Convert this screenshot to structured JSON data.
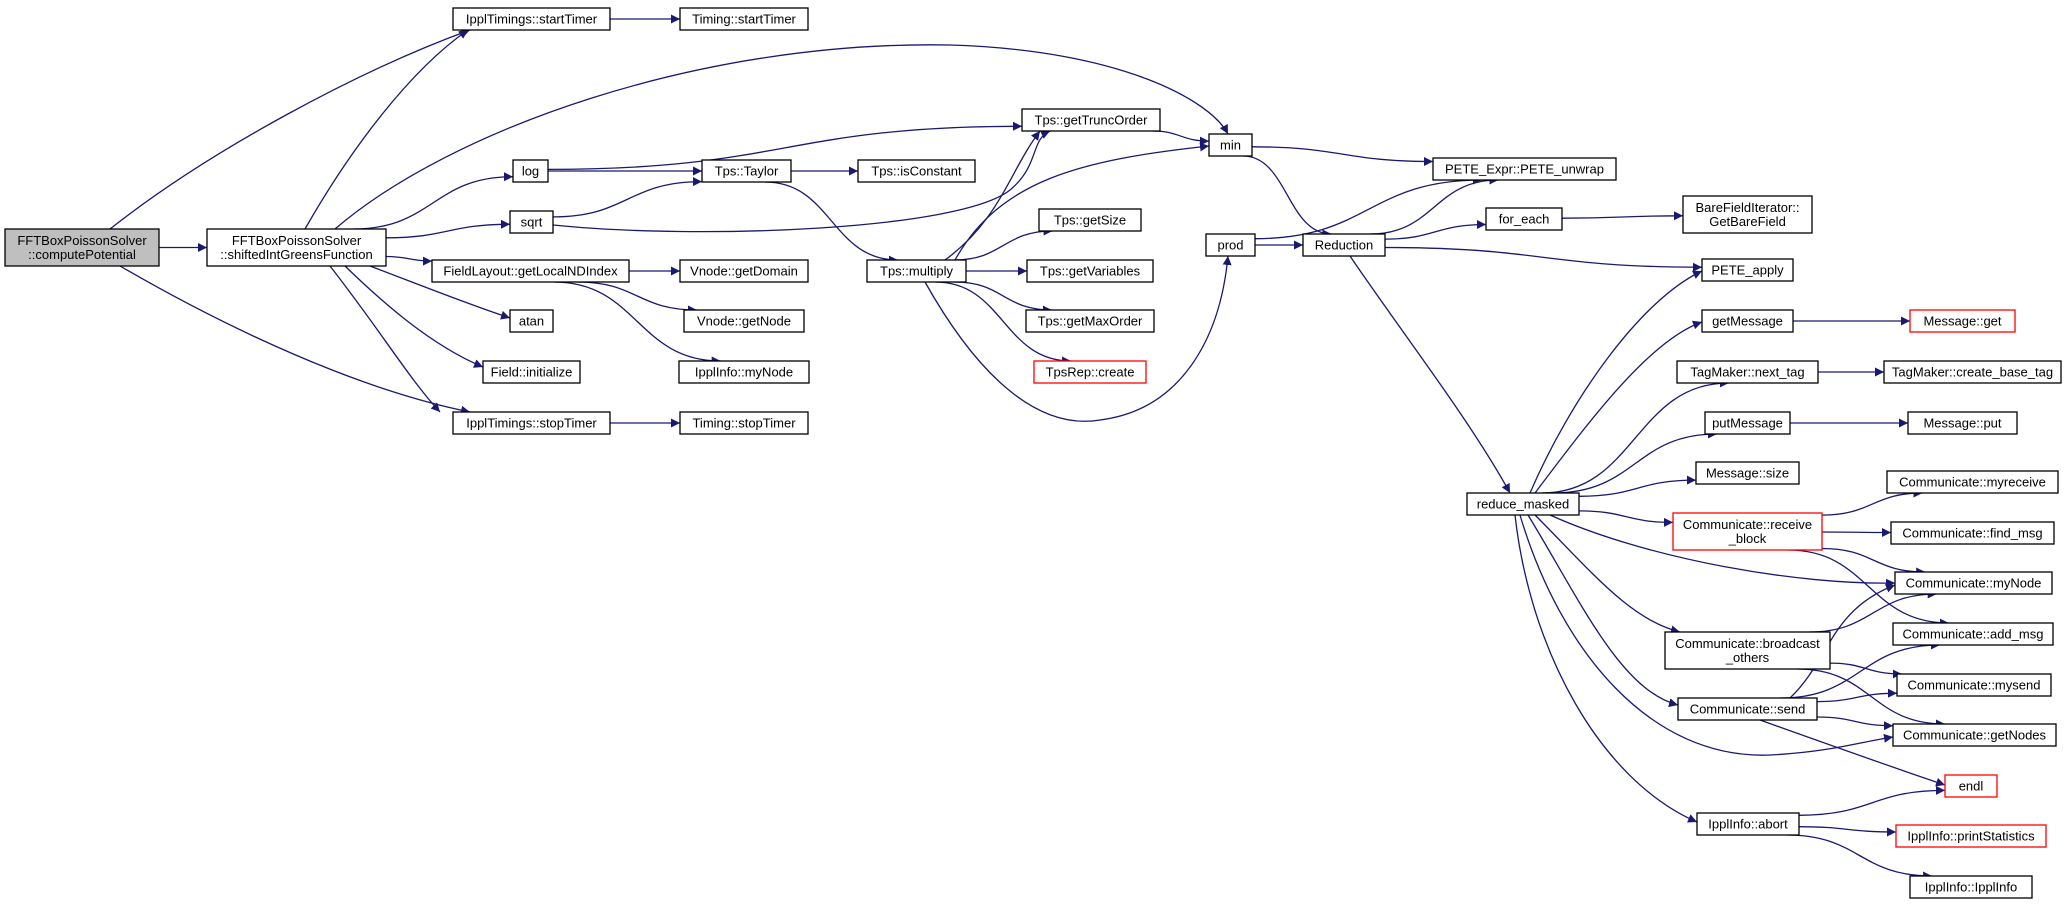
{
  "colors": {
    "edge": "#191970",
    "arrow": "#191970",
    "border_normal": "#000000",
    "border_truncated": "#ff0000",
    "fill_root": "#bfbfbf",
    "fill_normal": "#ffffff"
  },
  "nodes": {
    "compute_potential": {
      "lines": [
        "FFTBoxPoissonSolver",
        "::computePotential"
      ],
      "kind": "root"
    },
    "shifted_int_greens": {
      "lines": [
        "FFTBoxPoissonSolver",
        "::shiftedIntGreensFunction"
      ],
      "kind": "normal"
    },
    "ippl_start_timer": {
      "lines": [
        "IpplTimings::startTimer"
      ],
      "kind": "normal"
    },
    "timing_start_timer": {
      "lines": [
        "Timing::startTimer"
      ],
      "kind": "normal"
    },
    "log": {
      "lines": [
        "log"
      ],
      "kind": "normal"
    },
    "sqrt": {
      "lines": [
        "sqrt"
      ],
      "kind": "normal"
    },
    "get_local_nd_index": {
      "lines": [
        "FieldLayout::getLocalNDIndex"
      ],
      "kind": "normal"
    },
    "atan": {
      "lines": [
        "atan"
      ],
      "kind": "normal"
    },
    "field_initialize": {
      "lines": [
        "Field::initialize"
      ],
      "kind": "normal"
    },
    "ippl_stop_timer": {
      "lines": [
        "IpplTimings::stopTimer"
      ],
      "kind": "normal"
    },
    "timing_stop_timer": {
      "lines": [
        "Timing::stopTimer"
      ],
      "kind": "normal"
    },
    "vnode_get_domain": {
      "lines": [
        "Vnode::getDomain"
      ],
      "kind": "normal"
    },
    "vnode_get_node": {
      "lines": [
        "Vnode::getNode"
      ],
      "kind": "normal"
    },
    "ipplinfo_mynode": {
      "lines": [
        "IpplInfo::myNode"
      ],
      "kind": "normal"
    },
    "tps_taylor": {
      "lines": [
        "Tps::Taylor"
      ],
      "kind": "normal"
    },
    "tps_is_constant": {
      "lines": [
        "Tps::isConstant"
      ],
      "kind": "normal"
    },
    "tps_multiply": {
      "lines": [
        "Tps::multiply"
      ],
      "kind": "normal"
    },
    "tps_get_trunc_order": {
      "lines": [
        "Tps::getTruncOrder"
      ],
      "kind": "normal"
    },
    "tps_get_size": {
      "lines": [
        "Tps::getSize"
      ],
      "kind": "normal"
    },
    "tps_get_variables": {
      "lines": [
        "Tps::getVariables"
      ],
      "kind": "normal"
    },
    "tps_get_max_order": {
      "lines": [
        "Tps::getMaxOrder"
      ],
      "kind": "normal"
    },
    "tpsrep_create": {
      "lines": [
        "TpsRep::create"
      ],
      "kind": "truncated"
    },
    "min": {
      "lines": [
        "min"
      ],
      "kind": "normal"
    },
    "prod": {
      "lines": [
        "prod"
      ],
      "kind": "normal"
    },
    "reduction": {
      "lines": [
        "Reduction"
      ],
      "kind": "normal"
    },
    "pete_unwrap": {
      "lines": [
        "PETE_Expr::PETE_unwrap"
      ],
      "kind": "normal"
    },
    "for_each": {
      "lines": [
        "for_each"
      ],
      "kind": "normal"
    },
    "bare_field": {
      "lines": [
        "BareFieldIterator::",
        "GetBareField"
      ],
      "kind": "normal"
    },
    "pete_apply": {
      "lines": [
        "PETE_apply"
      ],
      "kind": "normal"
    },
    "reduce_masked": {
      "lines": [
        "reduce_masked"
      ],
      "kind": "normal"
    },
    "get_message": {
      "lines": [
        "getMessage"
      ],
      "kind": "normal"
    },
    "message_get": {
      "lines": [
        "Message::get"
      ],
      "kind": "truncated"
    },
    "tagmaker_next_tag": {
      "lines": [
        "TagMaker::next_tag"
      ],
      "kind": "normal"
    },
    "tagmaker_create_base_tag": {
      "lines": [
        "TagMaker::create_base_tag"
      ],
      "kind": "normal"
    },
    "put_message": {
      "lines": [
        "putMessage"
      ],
      "kind": "normal"
    },
    "message_put": {
      "lines": [
        "Message::put"
      ],
      "kind": "normal"
    },
    "message_size": {
      "lines": [
        "Message::size"
      ],
      "kind": "normal"
    },
    "comm_receive_block": {
      "lines": [
        "Communicate::receive",
        "_block"
      ],
      "kind": "truncated"
    },
    "comm_myreceive": {
      "lines": [
        "Communicate::myreceive"
      ],
      "kind": "normal"
    },
    "comm_find_msg": {
      "lines": [
        "Communicate::find_msg"
      ],
      "kind": "normal"
    },
    "comm_mynode": {
      "lines": [
        "Communicate::myNode"
      ],
      "kind": "normal"
    },
    "comm_add_msg": {
      "lines": [
        "Communicate::add_msg"
      ],
      "kind": "normal"
    },
    "comm_broadcast_others": {
      "lines": [
        "Communicate::broadcast",
        "_others"
      ],
      "kind": "normal"
    },
    "comm_mysend": {
      "lines": [
        "Communicate::mysend"
      ],
      "kind": "normal"
    },
    "comm_send": {
      "lines": [
        "Communicate::send"
      ],
      "kind": "normal"
    },
    "comm_get_nodes": {
      "lines": [
        "Communicate::getNodes"
      ],
      "kind": "normal"
    },
    "endl": {
      "lines": [
        "endl"
      ],
      "kind": "truncated"
    },
    "ipplinfo_abort": {
      "lines": [
        "IpplInfo::abort"
      ],
      "kind": "normal"
    },
    "ipplinfo_print_statistics": {
      "lines": [
        "IpplInfo::printStatistics"
      ],
      "kind": "truncated"
    },
    "ipplinfo_ipplinfo": {
      "lines": [
        "IpplInfo::IpplInfo"
      ],
      "kind": "normal"
    }
  },
  "edges": [
    [
      "compute_potential",
      "shifted_int_greens"
    ],
    [
      "compute_potential",
      "ippl_start_timer"
    ],
    [
      "compute_potential",
      "ippl_stop_timer"
    ],
    [
      "shifted_int_greens",
      "ippl_start_timer"
    ],
    [
      "shifted_int_greens",
      "ippl_stop_timer"
    ],
    [
      "shifted_int_greens",
      "min"
    ],
    [
      "shifted_int_greens",
      "log"
    ],
    [
      "shifted_int_greens",
      "sqrt"
    ],
    [
      "shifted_int_greens",
      "get_local_nd_index"
    ],
    [
      "shifted_int_greens",
      "atan"
    ],
    [
      "shifted_int_greens",
      "field_initialize"
    ],
    [
      "ippl_start_timer",
      "timing_start_timer"
    ],
    [
      "ippl_stop_timer",
      "timing_stop_timer"
    ],
    [
      "log",
      "tps_get_trunc_order"
    ],
    [
      "log",
      "tps_taylor"
    ],
    [
      "sqrt",
      "tps_taylor"
    ],
    [
      "sqrt",
      "tps_get_trunc_order"
    ],
    [
      "get_local_nd_index",
      "vnode_get_domain"
    ],
    [
      "get_local_nd_index",
      "vnode_get_node"
    ],
    [
      "get_local_nd_index",
      "ipplinfo_mynode"
    ],
    [
      "tps_taylor",
      "tps_is_constant"
    ],
    [
      "tps_taylor",
      "tps_multiply"
    ],
    [
      "tps_multiply",
      "tps_get_trunc_order"
    ],
    [
      "tps_multiply",
      "min"
    ],
    [
      "tps_multiply",
      "tps_get_size"
    ],
    [
      "tps_multiply",
      "tps_get_variables"
    ],
    [
      "tps_multiply",
      "tps_get_max_order"
    ],
    [
      "tps_multiply",
      "tpsrep_create"
    ],
    [
      "tps_multiply",
      "prod"
    ],
    [
      "tps_get_trunc_order",
      "min"
    ],
    [
      "min",
      "pete_unwrap"
    ],
    [
      "min",
      "reduction"
    ],
    [
      "prod",
      "reduction"
    ],
    [
      "prod",
      "pete_unwrap"
    ],
    [
      "reduction",
      "pete_unwrap"
    ],
    [
      "reduction",
      "for_each"
    ],
    [
      "reduction",
      "pete_apply"
    ],
    [
      "reduction",
      "reduce_masked"
    ],
    [
      "for_each",
      "bare_field"
    ],
    [
      "reduce_masked",
      "pete_apply"
    ],
    [
      "reduce_masked",
      "get_message"
    ],
    [
      "reduce_masked",
      "tagmaker_next_tag"
    ],
    [
      "reduce_masked",
      "put_message"
    ],
    [
      "reduce_masked",
      "message_size"
    ],
    [
      "reduce_masked",
      "comm_receive_block"
    ],
    [
      "reduce_masked",
      "comm_mynode"
    ],
    [
      "reduce_masked",
      "comm_broadcast_others"
    ],
    [
      "reduce_masked",
      "comm_send"
    ],
    [
      "reduce_masked",
      "comm_get_nodes"
    ],
    [
      "reduce_masked",
      "ipplinfo_abort"
    ],
    [
      "get_message",
      "message_get"
    ],
    [
      "tagmaker_next_tag",
      "tagmaker_create_base_tag"
    ],
    [
      "put_message",
      "message_put"
    ],
    [
      "comm_receive_block",
      "comm_myreceive"
    ],
    [
      "comm_receive_block",
      "comm_find_msg"
    ],
    [
      "comm_receive_block",
      "comm_mynode"
    ],
    [
      "comm_receive_block",
      "comm_add_msg"
    ],
    [
      "comm_broadcast_others",
      "comm_mynode"
    ],
    [
      "comm_broadcast_others",
      "comm_mysend"
    ],
    [
      "comm_broadcast_others",
      "comm_get_nodes"
    ],
    [
      "comm_send",
      "comm_mynode"
    ],
    [
      "comm_send",
      "comm_add_msg"
    ],
    [
      "comm_send",
      "comm_mysend"
    ],
    [
      "comm_send",
      "comm_get_nodes"
    ],
    [
      "comm_send",
      "endl"
    ],
    [
      "ipplinfo_abort",
      "endl"
    ],
    [
      "ipplinfo_abort",
      "ipplinfo_print_statistics"
    ],
    [
      "ipplinfo_abort",
      "ipplinfo_ipplinfo"
    ]
  ]
}
